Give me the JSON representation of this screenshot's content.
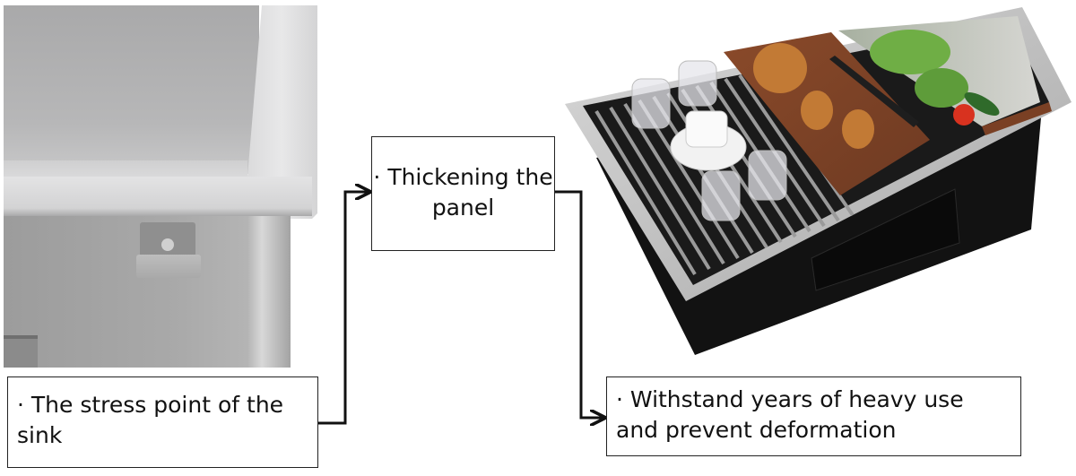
{
  "diagram": {
    "callouts": {
      "stress_point": "· The stress point of the sink",
      "thickening": "· Thickening the panel",
      "withstand": "· Withstand years of heavy use and prevent deformation"
    },
    "flow": [
      {
        "from": "stress_point",
        "to": "thickening"
      },
      {
        "from": "thickening",
        "to": "withstand"
      }
    ],
    "images": {
      "left": "close-up of undermount sink corner with mounting clip",
      "right": "black workstation sink with roll-up drying rack, cups, wooden cutting board with croissants and knife, and colander with vegetables"
    },
    "colors": {
      "line": "#111111",
      "box_border": "#222222",
      "background": "#ffffff"
    }
  }
}
